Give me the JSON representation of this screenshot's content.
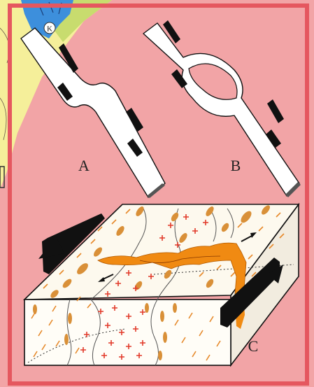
{
  "labels": {
    "panel_a": "A",
    "panel_b": "B",
    "panel_c": "C",
    "map_marker": "K"
  },
  "colors": {
    "background": "#f2a4a6",
    "border": "#e5575f",
    "map_yellow": "#f5ef9a",
    "map_green": "#c8dc6e",
    "map_blue": "#3d8fdc",
    "dike_fill": "#ffffff",
    "block_top": "#fdf9ee",
    "block_front": "#fffdf7",
    "orange_intrusion": "#f08a12",
    "ellipse_fill": "#d99038",
    "cross_red": "#e23a2a",
    "dash_orange": "#e6892a",
    "arrow_black": "#111111"
  }
}
